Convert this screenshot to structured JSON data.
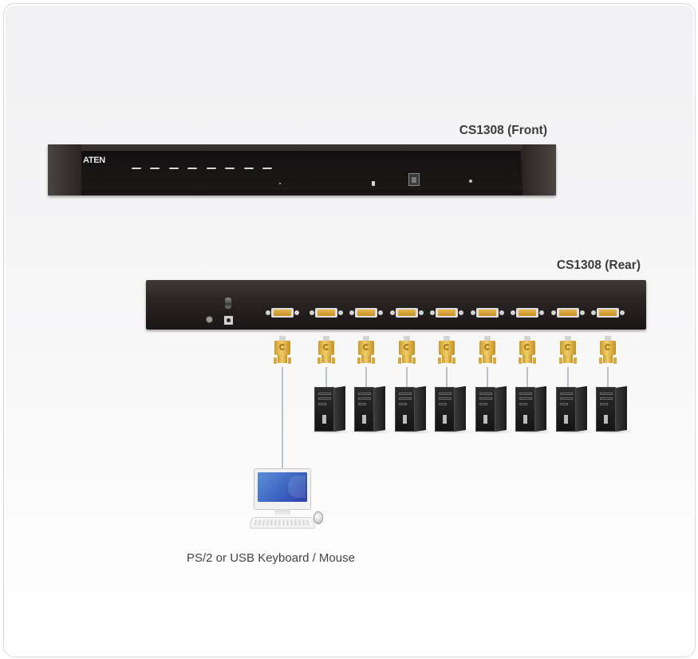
{
  "diagram": {
    "front_unit": {
      "label": "CS1308 (Front)",
      "brand": "ATEN",
      "port_leds": 8
    },
    "rear_unit": {
      "label": "CS1308 (Rear)",
      "console_port": 1,
      "kvm_ports": 8
    },
    "computers": {
      "count": 8
    },
    "console": {
      "label": "PS/2 or USB Keyboard / Mouse"
    },
    "colors": {
      "chassis": "#1c1817",
      "connector_gold": "#e6b64a",
      "cable": "#b9c3cc",
      "screen_blue": "#3f68c4",
      "label_text": "#3c3c3c"
    }
  }
}
